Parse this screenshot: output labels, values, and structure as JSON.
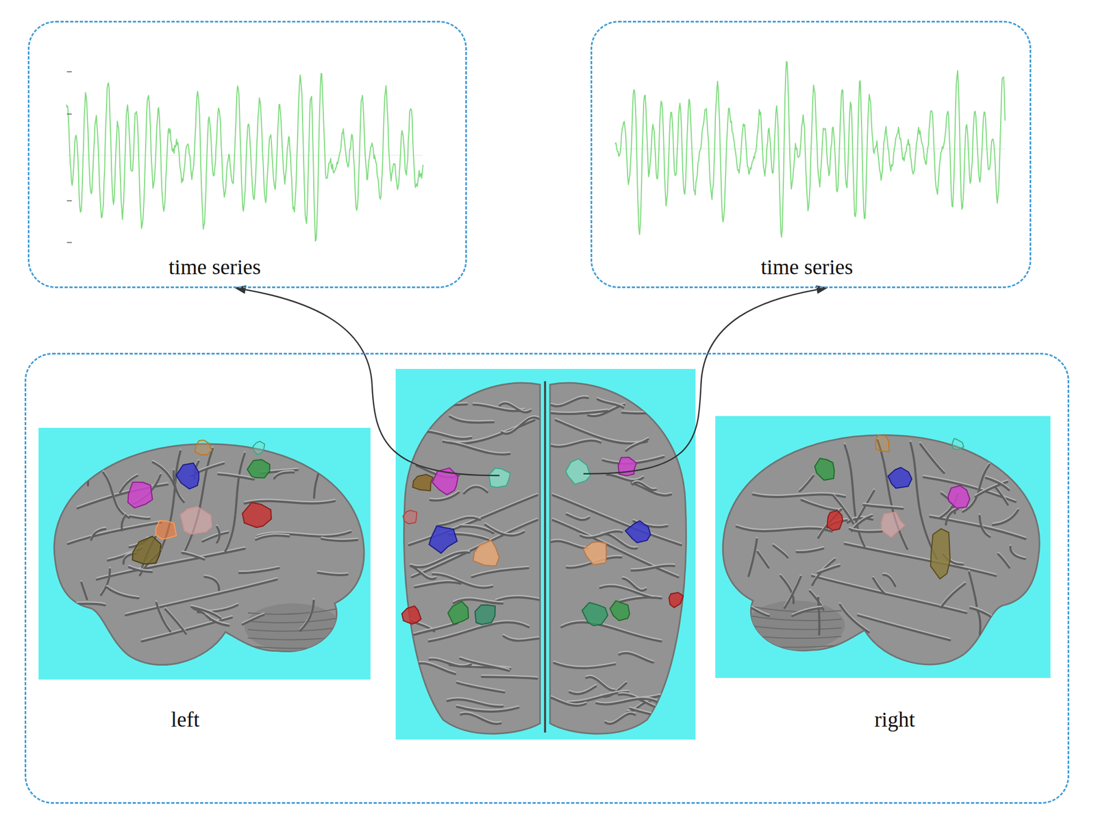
{
  "diagram": {
    "nodes": [
      {
        "text": [
          "time series"
        ]
      },
      {
        "text": [
          "time series"
        ]
      },
      {
        "text": [
          "left",
          "right"
        ]
      }
    ],
    "edges": [
      {
        "from": 2,
        "to": 0,
        "arrow": "to"
      },
      {
        "from": 2,
        "to": 1,
        "arrow": "to"
      }
    ]
  }
}
